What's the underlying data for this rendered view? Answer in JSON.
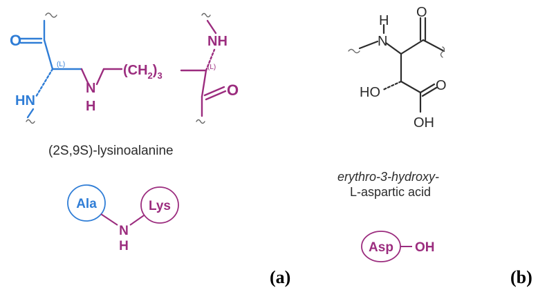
{
  "colors": {
    "blue": "#2f7dd6",
    "magenta": "#9b2c7e",
    "black": "#2b2b2b"
  },
  "panel_a": {
    "atoms": {
      "carbonyl_o_left": "O",
      "stereo_left": "(L)",
      "hn_left": "HN",
      "n_center": "N",
      "h_center": "H",
      "chain": "(CH",
      "chain_sub": "2",
      "chain_close": ")",
      "chain_sub3": "3",
      "nh_right": "NH",
      "stereo_right": "(L)",
      "carbonyl_o_right": "O"
    },
    "caption": "(2S,9S)-lysinoalanine",
    "schematic": {
      "left_residue": "Ala",
      "right_residue": "Lys",
      "link_n": "N",
      "link_h": "H"
    },
    "label": "(a)"
  },
  "panel_b": {
    "atoms": {
      "o_top": "O",
      "h_amine": "H",
      "n_amine": "N",
      "ho": "HO",
      "o_acid": "O",
      "oh_acid": "OH"
    },
    "caption_line1": "erythro-3-hydroxy-",
    "caption_line2": "L-aspartic acid",
    "schematic": {
      "residue": "Asp",
      "group": "OH"
    },
    "label": "(b)"
  }
}
